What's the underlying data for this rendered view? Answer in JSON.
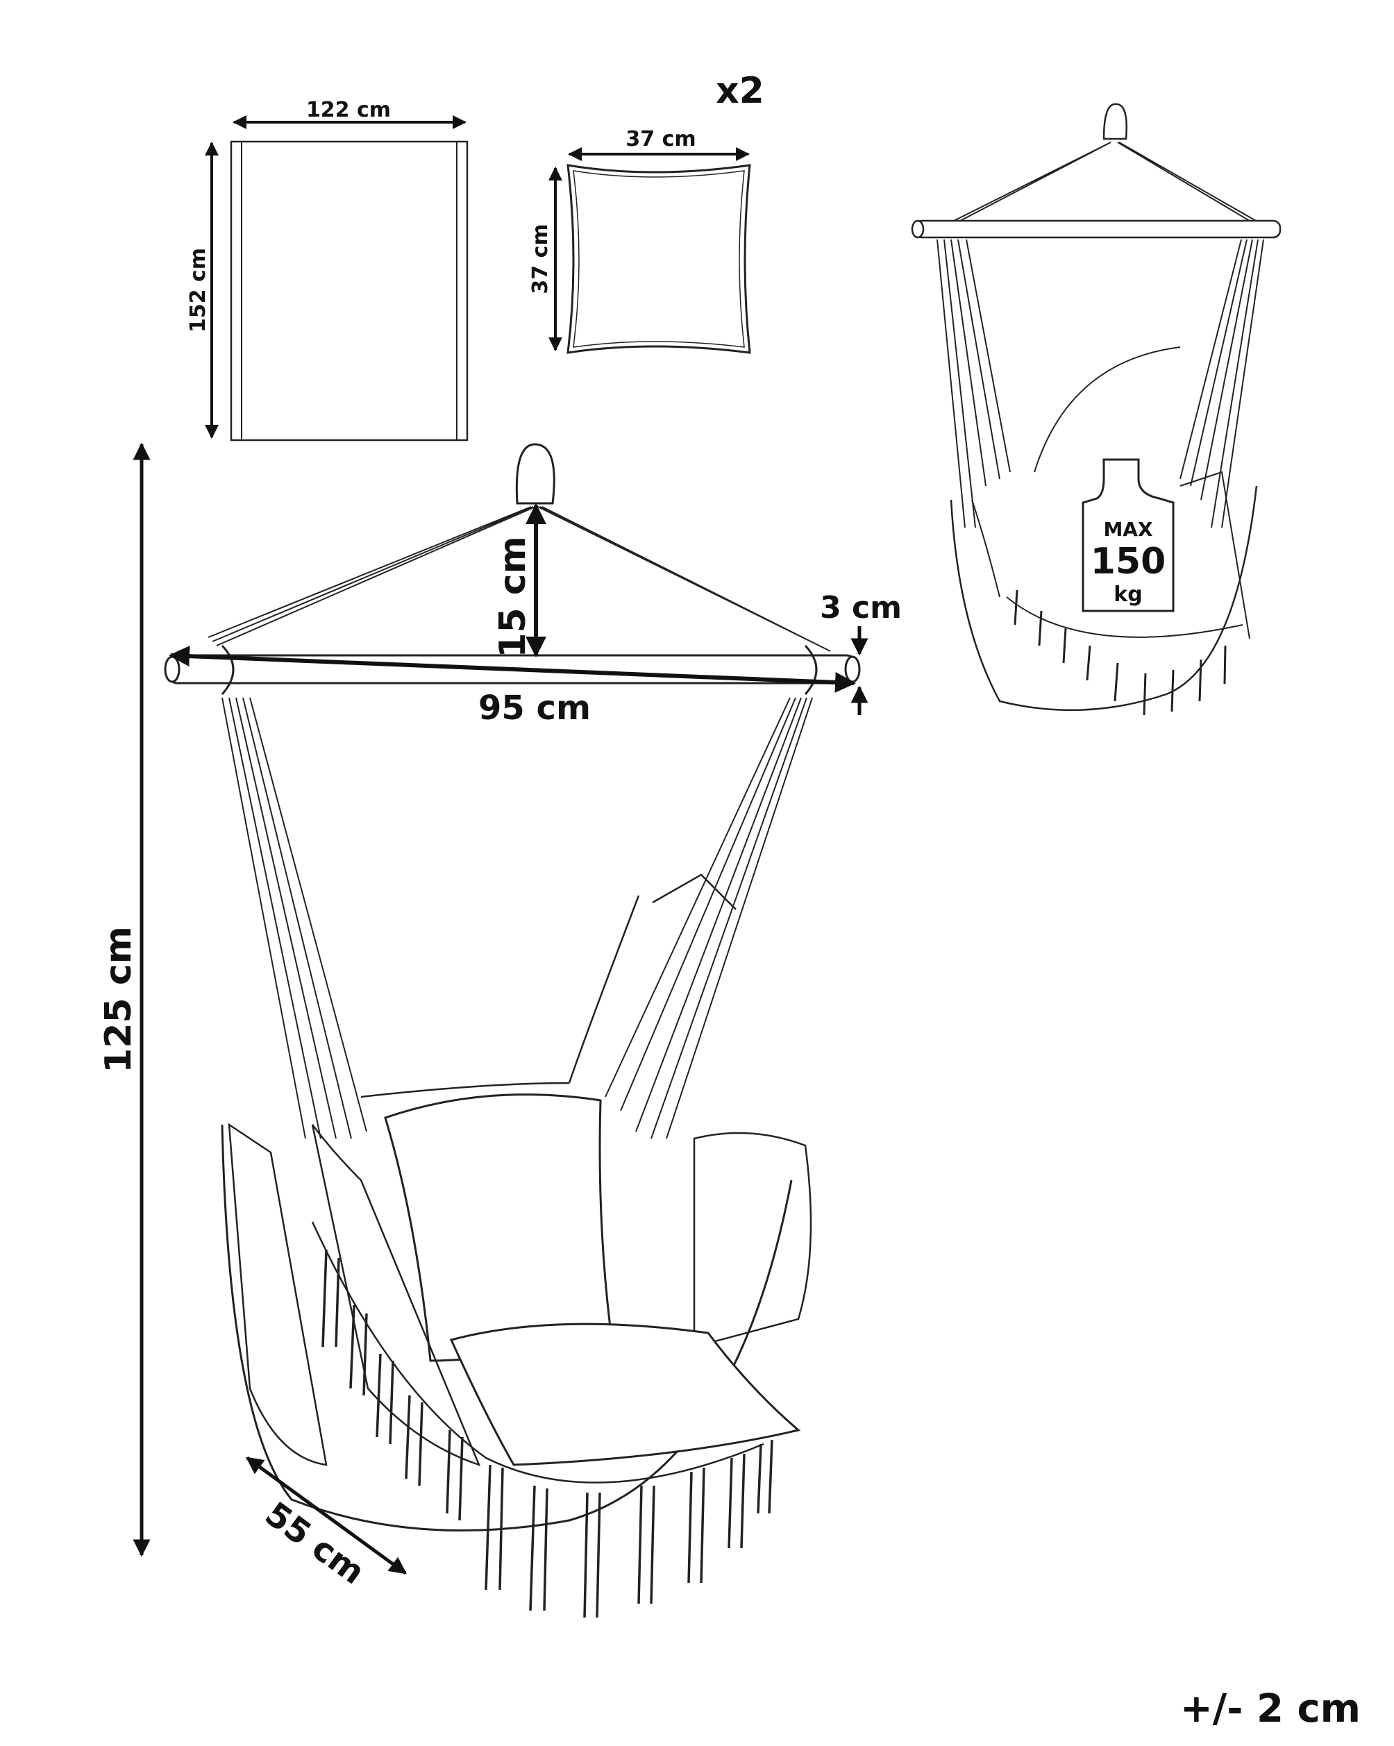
{
  "colors": {
    "ink": "#111111",
    "paper": "#ffffff",
    "line": "#333333"
  },
  "blanket": {
    "width_label": "122 cm",
    "height_label": "152 cm"
  },
  "pillow": {
    "quantity_label": "x2",
    "width_label": "37 cm",
    "height_label": "37 cm"
  },
  "chair": {
    "height_label": "125 cm",
    "rope_height_label": "15 cm",
    "bar_length_label": "95 cm",
    "bar_diameter_label": "3 cm",
    "depth_label": "55 cm"
  },
  "max_load": {
    "max_label": "MAX",
    "value_label": "150",
    "unit_label": "kg"
  },
  "tolerance_label": "+/- 2 cm"
}
